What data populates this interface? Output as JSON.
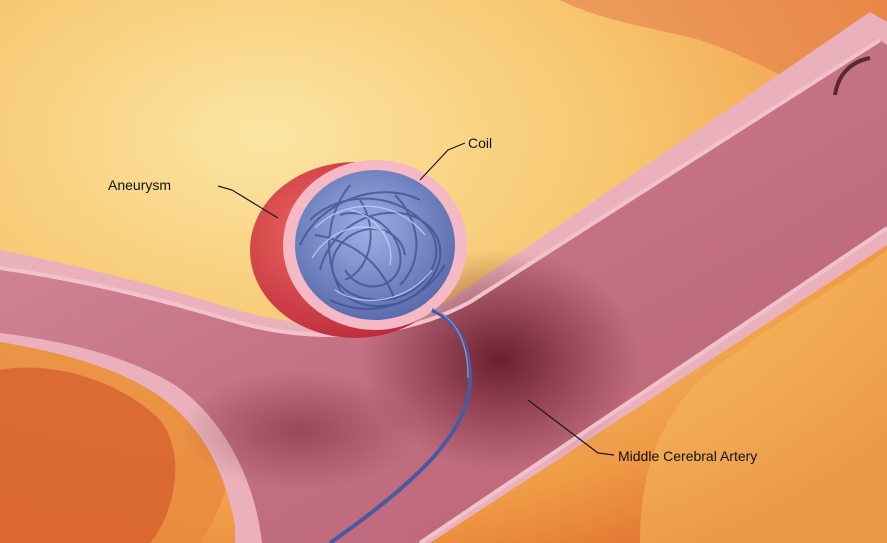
{
  "labels": {
    "aneurysm": "Aneurysm",
    "coil": "Coil",
    "artery": "Middle Cerebral Artery"
  },
  "colors": {
    "background_light": "#f8d98a",
    "background_warm": "#f0a04a",
    "tissue_dark": "#c7402d",
    "vessel_wall": "#e9a9b4",
    "vessel_lumen": "#c7788a",
    "vessel_shadow": "#7a1f2c",
    "coil": "#6f83c4",
    "catheter": "#4a5aa0"
  }
}
